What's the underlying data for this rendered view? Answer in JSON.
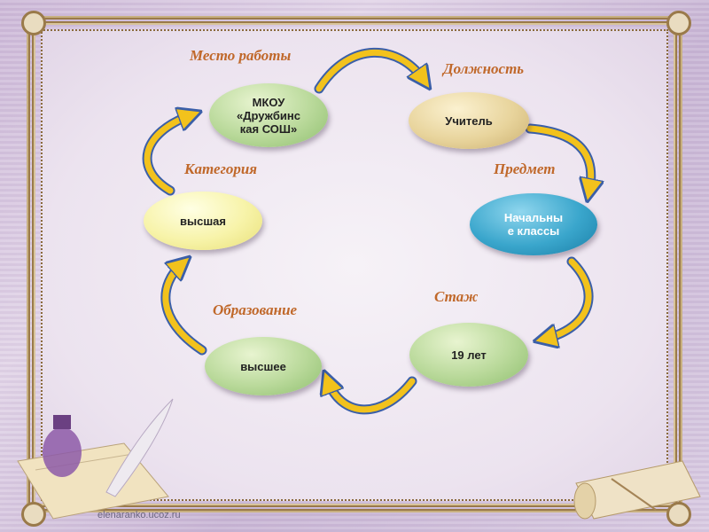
{
  "labels": {
    "workplace": "Место работы",
    "position": "Должность",
    "category": "Категория",
    "subject": "Предмет",
    "education": "Образование",
    "experience": "Стаж"
  },
  "nodes": {
    "workplace": "МКОУ «Дружбинс кая СОШ»",
    "position": "Учитель",
    "category": "высшая",
    "subject": "Начальны е классы",
    "education": "высшее",
    "experience": "19 лет"
  },
  "footer": {
    "site": "elenaranko.ucoz.ru"
  },
  "colors": {
    "arrow": "#f2c21c",
    "arrow_edge": "#3b5fa8",
    "label": "#c0682a"
  }
}
